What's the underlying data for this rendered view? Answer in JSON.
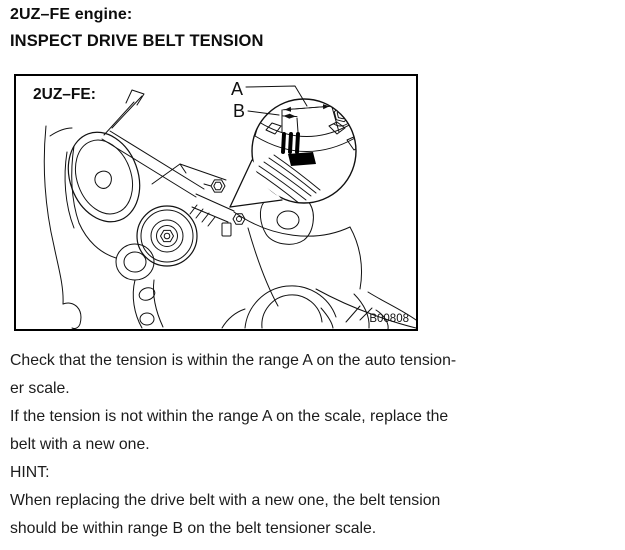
{
  "page": {
    "heading_line1": "2UZ–FE engine:",
    "heading_line2": "INSPECT DRIVE BELT TENSION"
  },
  "figure": {
    "label": "2UZ–FE:",
    "code": "B00808",
    "callout_a": "A",
    "callout_b": "B"
  },
  "body": {
    "lines": [
      "Check that the tension is within the range A on the auto tension-",
      "er scale.",
      "If the tension is not within the range A on the scale, replace the",
      "belt with a new one.",
      "HINT:",
      "When replacing the drive belt with a new one, the belt tension",
      "should be within range B on the belt tensioner scale."
    ]
  },
  "colors": {
    "ink": "#111111",
    "paper": "#ffffff"
  }
}
